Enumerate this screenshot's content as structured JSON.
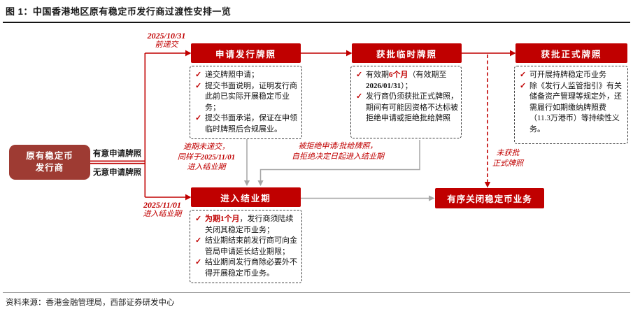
{
  "figure": {
    "title": "图 1：中国香港地区原有稳定币发行商过渡性安排一览",
    "source": "资料来源：香港金融管理局，西部证券研发中心"
  },
  "colors": {
    "accent_red": "#c00000",
    "entity_dark_red": "#9e3b33",
    "line_gray": "#a6a6a6",
    "text": "#1a1a1a"
  },
  "icons": {
    "check": "✓"
  },
  "entity": {
    "line1": "原有稳定币",
    "line2": "发行商"
  },
  "branches": {
    "apply": "有意申请牌照",
    "no_apply": "无意申请牌照"
  },
  "milestones": {
    "submit": {
      "date": "2025/10/31",
      "note": "前递交"
    },
    "winddown": {
      "date": "2025/11/01",
      "note": "进入结业期"
    }
  },
  "stages": {
    "apply": {
      "title": "申请发行牌照",
      "items": [
        [
          {
            "t": "递交牌照申请；"
          }
        ],
        [
          {
            "t": "提交书面说明，证明发行商此前已实际开展稳定币业务；"
          }
        ],
        [
          {
            "t": "提交书面承诺，保证在申领临时牌照后合规展业。"
          }
        ]
      ]
    },
    "temp": {
      "title": "获批临时牌照",
      "items": [
        [
          {
            "t": "有效期"
          },
          {
            "t": "6个月",
            "s": "hl"
          },
          {
            "t": "（有效期至"
          },
          {
            "t": "2026/01/31",
            "s": "b"
          },
          {
            "t": "）；"
          }
        ],
        [
          {
            "t": "发行商仍须获批正式牌照，期间有可能因资格不达标被拒绝申请或拒绝批给牌照"
          }
        ]
      ]
    },
    "formal": {
      "title": "获批正式牌照",
      "items": [
        [
          {
            "t": "可开展持牌稳定币业务"
          }
        ],
        [
          {
            "t": "除《发行人监管指引》有关储备资产管理等规定外，还需履行如期缴纳牌照费（11.3万港币）等持续性义务。"
          }
        ]
      ]
    },
    "winddown": {
      "title": "进入结业期",
      "items": [
        [
          {
            "t": "为期1个月",
            "s": "hl"
          },
          {
            "t": "，发行商须陆续关闭其稳定币业务；"
          }
        ],
        [
          {
            "t": "结业期结束前发行商可向金管局申请延长结业期限；"
          }
        ],
        [
          {
            "t": "结业期间发行商除必要外不得开展稳定币业务。"
          }
        ]
      ]
    },
    "close": {
      "title": "有序关闭稳定币业务"
    }
  },
  "edge_labels": {
    "overdue": [
      [
        {
          "t": "逾期未递交，"
        }
      ],
      [
        {
          "t": "同样于"
        },
        {
          "t": "2025/11/01",
          "s": "b"
        }
      ],
      [
        {
          "t": "进入结业期"
        }
      ]
    ],
    "rejected": [
      [
        {
          "t": "被拒绝申请/批给牌照，"
        }
      ],
      [
        {
          "t": "自拒绝决定日起进入结业期"
        }
      ]
    ],
    "not_approved": [
      [
        {
          "t": "未获批"
        }
      ],
      [
        {
          "t": "正式牌照"
        }
      ]
    ]
  }
}
